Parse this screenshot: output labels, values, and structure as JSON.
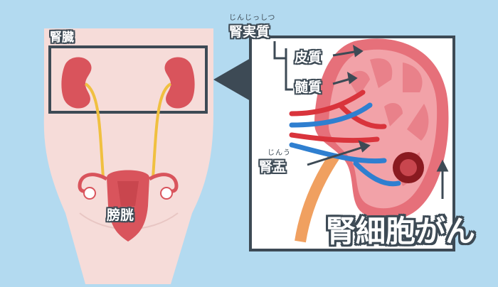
{
  "labels": {
    "kidney": "腎臓",
    "bladder": "膀胱",
    "renal_parenchyma": "腎実質",
    "renal_parenchyma_reading": "じんじっしつ",
    "cortex": "皮質",
    "medulla": "髄質",
    "renal_pelvis": "腎盂",
    "renal_pelvis_reading": "じんう",
    "renal_cell_carcinoma": "腎細胞がん"
  },
  "colors": {
    "background": "#b3daf0",
    "body": "#f6dcd9",
    "kidney": "#d9545c",
    "ureter": "#f0c040",
    "frame": "#3d4a55",
    "artery": "#d9343c",
    "vein": "#2f7fd0",
    "tumor": "#8a1a20"
  }
}
